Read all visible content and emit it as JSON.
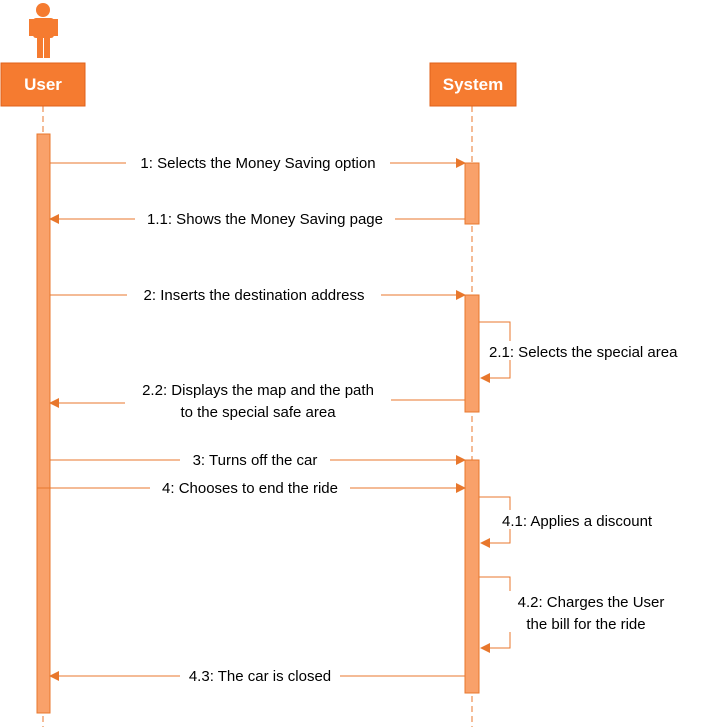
{
  "participants": {
    "user": {
      "label": "User"
    },
    "system": {
      "label": "System"
    }
  },
  "messages": [
    {
      "id": "m1",
      "text": "1: Selects the Money Saving option"
    },
    {
      "id": "m11",
      "text": "1.1: Shows the Money Saving page"
    },
    {
      "id": "m2",
      "text": "2: Inserts the destination address"
    },
    {
      "id": "m21",
      "text": "2.1: Selects the special area"
    },
    {
      "id": "m22",
      "lines": [
        "2.2: Displays the map and the path",
        "to the special safe area"
      ]
    },
    {
      "id": "m3",
      "text": "3: Turns off the car"
    },
    {
      "id": "m4",
      "text": "4: Chooses to end the ride"
    },
    {
      "id": "m41",
      "text": "4.1: Applies a discount"
    },
    {
      "id": "m42",
      "lines": [
        "4.2: Charges the User",
        "the bill for the ride"
      ]
    },
    {
      "id": "m43",
      "text": "4.3: The car is closed"
    }
  ],
  "colors": {
    "header_fill": "#F57B30",
    "header_stroke": "#E0601A",
    "activation_fill": "#F9A16A",
    "activation_stroke": "#E8772C",
    "line": "#E8772C",
    "actor": "#F57B30"
  }
}
